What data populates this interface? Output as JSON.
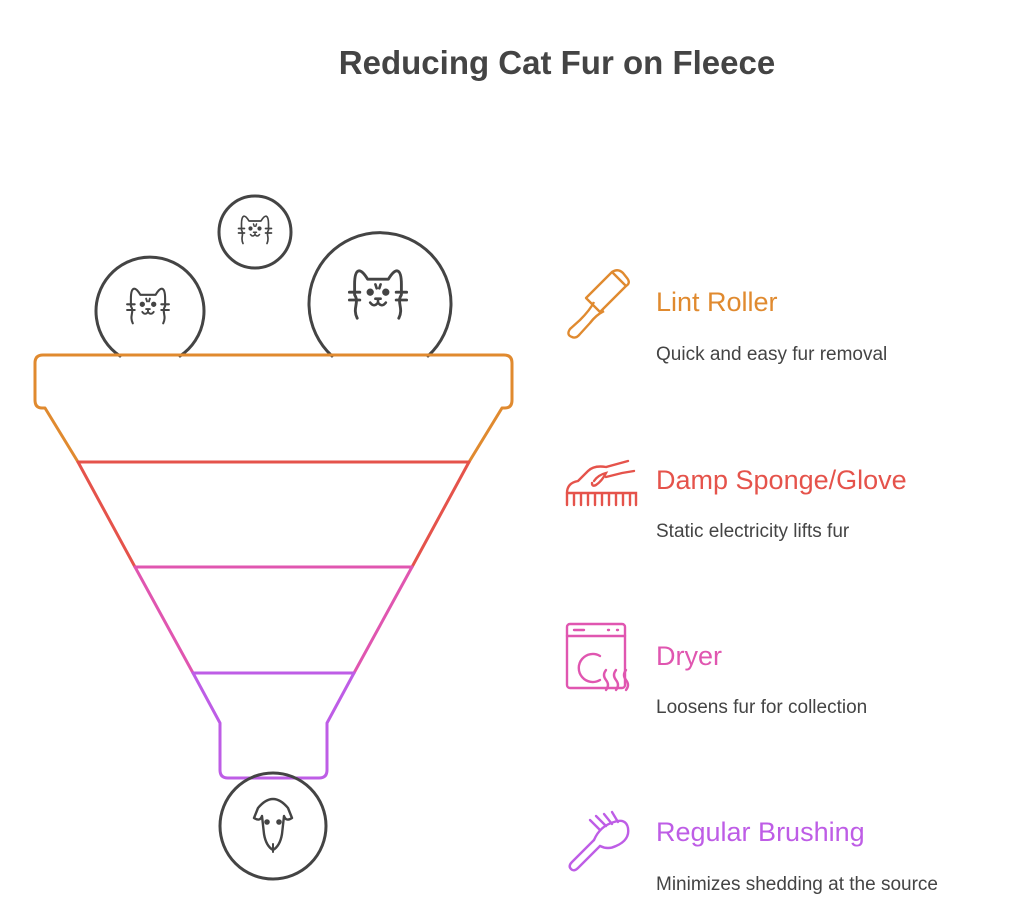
{
  "title": "Reducing Cat Fur on Fleece",
  "colors": {
    "orange": "#E08A2F",
    "red": "#E5534B",
    "pink": "#E056B0",
    "purple": "#BE5DE6",
    "stroke": "#444444"
  },
  "funnel_inputs": [
    "cat-icon",
    "cat-icon",
    "cat-icon"
  ],
  "funnel_output": "sheep-icon",
  "items": [
    {
      "title": "Lint Roller",
      "desc": "Quick and easy fur removal",
      "icon": "lint-roller-icon"
    },
    {
      "title": "Damp Sponge/Glove",
      "desc": "Static electricity lifts fur",
      "icon": "hand-brush-icon"
    },
    {
      "title": "Dryer",
      "desc": "Loosens fur for collection",
      "icon": "dryer-icon"
    },
    {
      "title": "Regular Brushing",
      "desc": "Minimizes shedding at the source",
      "icon": "brush-icon"
    }
  ]
}
